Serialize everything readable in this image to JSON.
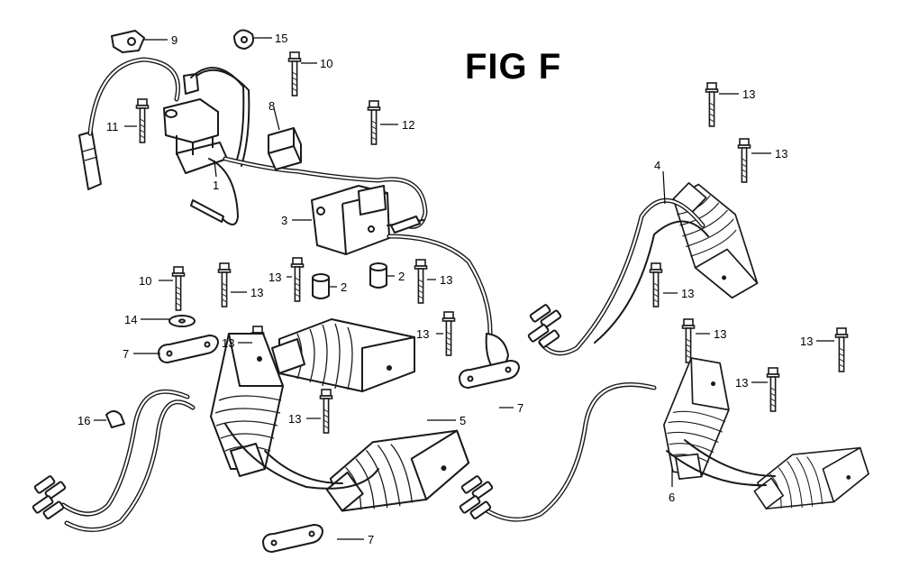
{
  "figure": {
    "title": "FIG F"
  },
  "colors": {
    "ink": "#1a1a1a",
    "background": "#ffffff"
  },
  "callouts": [
    {
      "id": "c9",
      "text": "9"
    },
    {
      "id": "c15",
      "text": "15"
    },
    {
      "id": "c10a",
      "text": "10"
    },
    {
      "id": "c11",
      "text": "11"
    },
    {
      "id": "c8",
      "text": "8"
    },
    {
      "id": "c12",
      "text": "12"
    },
    {
      "id": "c1",
      "text": "1"
    },
    {
      "id": "c3",
      "text": "3"
    },
    {
      "id": "c2a",
      "text": "2"
    },
    {
      "id": "c2b",
      "text": "2"
    },
    {
      "id": "c10b",
      "text": "10"
    },
    {
      "id": "c13a",
      "text": "13"
    },
    {
      "id": "c13b",
      "text": "13"
    },
    {
      "id": "c13c",
      "text": "13"
    },
    {
      "id": "c14",
      "text": "14"
    },
    {
      "id": "c7a",
      "text": "7"
    },
    {
      "id": "c13d",
      "text": "13"
    },
    {
      "id": "c13e",
      "text": "13"
    },
    {
      "id": "c7b",
      "text": "7"
    },
    {
      "id": "c16",
      "text": "16"
    },
    {
      "id": "c13f",
      "text": "13"
    },
    {
      "id": "c5",
      "text": "5"
    },
    {
      "id": "c7c",
      "text": "7"
    },
    {
      "id": "c4",
      "text": "4"
    },
    {
      "id": "c13g",
      "text": "13"
    },
    {
      "id": "c13h",
      "text": "13"
    },
    {
      "id": "c13i",
      "text": "13"
    },
    {
      "id": "c13j",
      "text": "13"
    },
    {
      "id": "c13k",
      "text": "13"
    },
    {
      "id": "c13l",
      "text": "13"
    },
    {
      "id": "c6",
      "text": "6"
    }
  ]
}
